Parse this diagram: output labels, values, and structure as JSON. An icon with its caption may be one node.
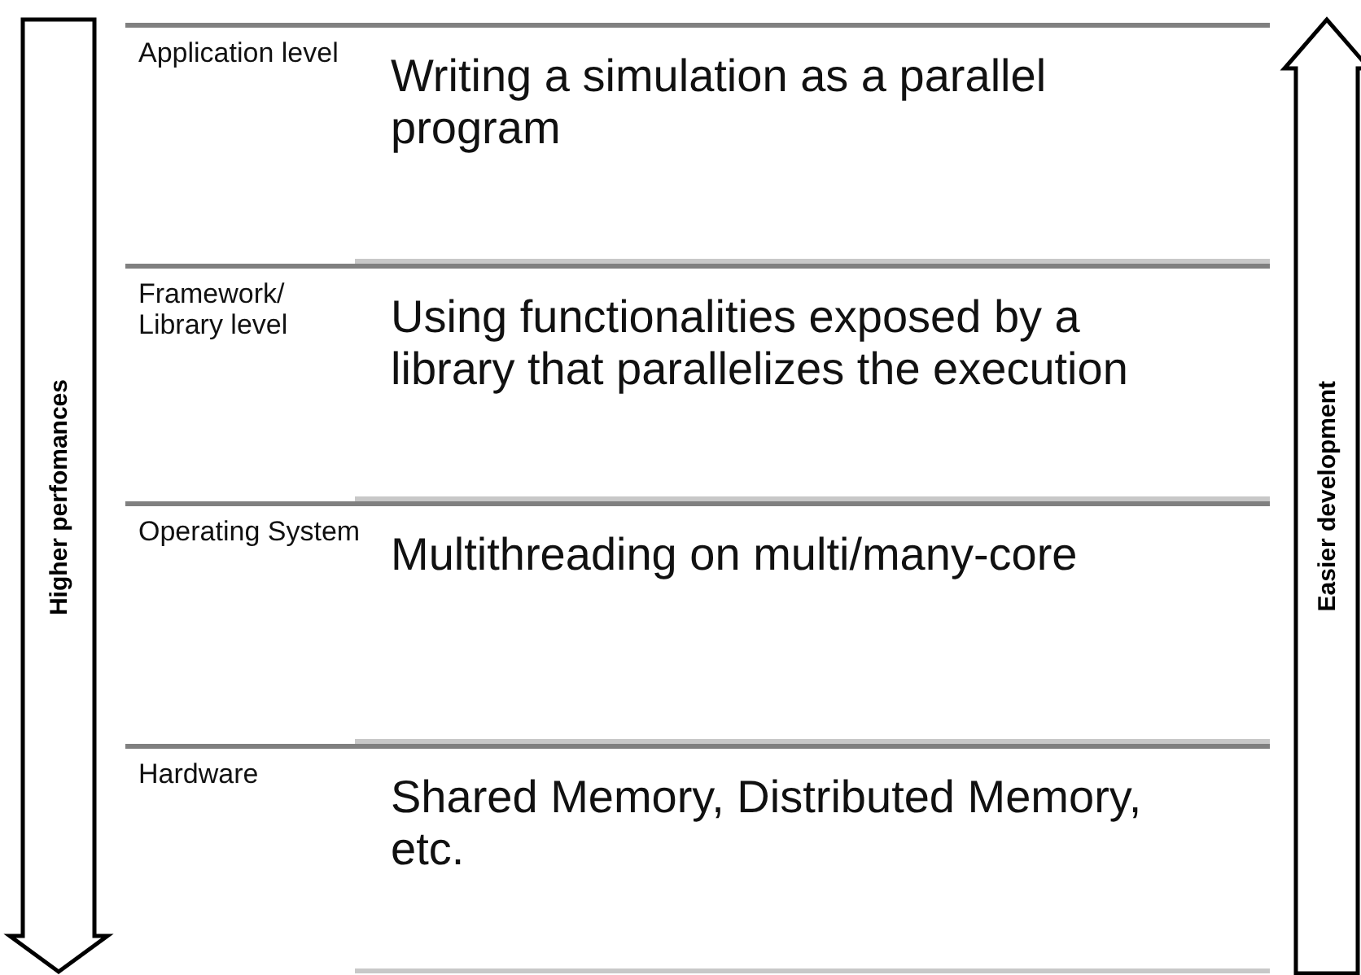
{
  "diagram": {
    "nodes": [
      {
        "text": [
          "Application level",
          "Writing a simulation as a parallel program"
        ]
      },
      {
        "text": [
          "Framework/ Library level",
          "Using functionalities exposed by a library that parallelizes the execution"
        ]
      },
      {
        "text": [
          "Operating System",
          "Multithreading on multi/many-core"
        ]
      },
      {
        "text": [
          "Hardware",
          "Shared Memory, Distributed Memory, etc."
        ]
      }
    ],
    "labels": [
      "Higher perfomances",
      "Easier development"
    ]
  }
}
